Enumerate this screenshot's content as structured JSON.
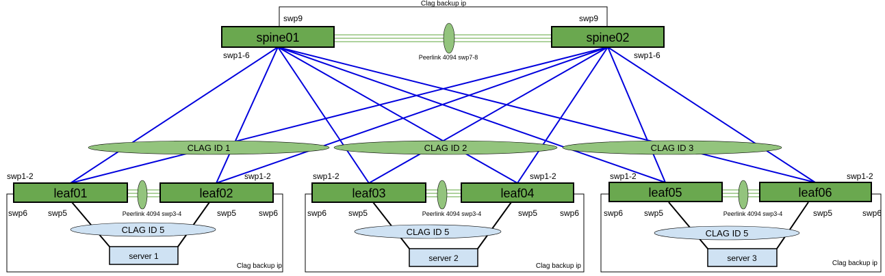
{
  "colors": {
    "switch_fill": "#6aa84f",
    "switch_stroke": "#000000",
    "clag_fill": "#93c47d",
    "clag_lower_fill": "#cfe2f3",
    "server_fill": "#cfe2f3",
    "uplink": "#0000dd",
    "peerlink": "#93c47d"
  },
  "top": {
    "backup_label": "Clag backup ip",
    "spine01": {
      "name": "spine01",
      "port_top": "swp9",
      "port_down": "swp1-6"
    },
    "spine02": {
      "name": "spine02",
      "port_top": "swp9",
      "port_down": "swp1-6"
    },
    "peerlink": "Peerlink 4094 swp7-8"
  },
  "clags_upper": [
    "CLAG ID 1",
    "CLAG ID 2",
    "CLAG ID 3"
  ],
  "pods": [
    {
      "leaf_a": "leaf01",
      "leaf_b": "leaf02",
      "up_a": "swp1-2",
      "up_b": "swp1-2",
      "swp6_a": "swp6",
      "swp5_a": "swp5",
      "swp5_b": "swp5",
      "swp6_b": "swp6",
      "peerlink": "Peerlink 4094 swp3-4",
      "clag": "CLAG ID 5",
      "server": "server 1",
      "backup": "Clag backup ip"
    },
    {
      "leaf_a": "leaf03",
      "leaf_b": "leaf04",
      "up_a": "swp1-2",
      "up_b": "swp1-2",
      "swp6_a": "swp6",
      "swp5_a": "swp5",
      "swp5_b": "swp5",
      "swp6_b": "swp6",
      "peerlink": "Peerlink 4094 swp3-4",
      "clag": "CLAG ID 5",
      "server": "server 2",
      "backup": "Clag backup ip"
    },
    {
      "leaf_a": "leaf05",
      "leaf_b": "leaf06",
      "up_a": "swp1-2",
      "up_b": "swp1-2",
      "swp6_a": "swp6",
      "swp5_a": "swp5",
      "swp5_b": "swp5",
      "swp6_b": "swp6",
      "peerlink": "Peerlink 4094 swp3-4",
      "clag": "CLAG ID 5",
      "server": "server 3",
      "backup": "Clag backup ip"
    }
  ]
}
